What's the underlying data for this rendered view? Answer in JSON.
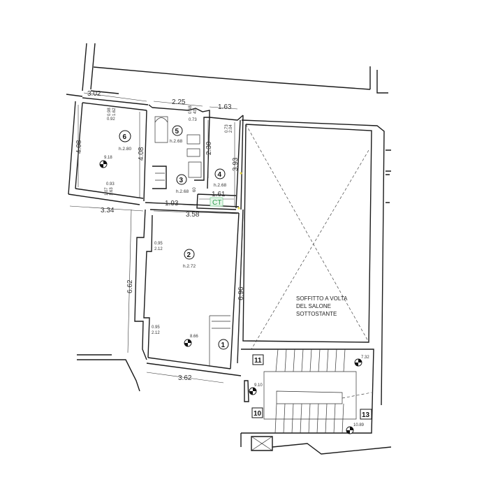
{
  "plan": {
    "rooms": [
      {
        "id": "1",
        "label": "1"
      },
      {
        "id": "2",
        "label": "2",
        "height": "h.2.72"
      },
      {
        "id": "3",
        "label": "3",
        "height": "h.2.68"
      },
      {
        "id": "4",
        "label": "4",
        "height": "h.2.68"
      },
      {
        "id": "5",
        "label": "5",
        "height": "h.2.68"
      },
      {
        "id": "6",
        "label": "6",
        "height": "h.2.80"
      }
    ],
    "boxed_labels": [
      "11",
      "10",
      "13"
    ],
    "ct_label": "CT",
    "ct_color": "#2a9d4a",
    "vault_note": [
      "SOFFITTO A VOLTA",
      "DEL SALONE",
      "SOTTOSTANTE"
    ],
    "dimensions": {
      "top_a": "3.02",
      "top_b": "2.25",
      "top_c": "1.63",
      "room6_left": "4.08",
      "room6_right": "4.08",
      "room5_right": "2.30",
      "room4_right": "3.93",
      "room3_v": "60",
      "room4_bottom": "1.61",
      "room3_bottom": "1.93",
      "room6_bottom": "3.34",
      "room2_top": "3.58",
      "room2_left": "6.62",
      "room2_right": "6.96",
      "room2_bottom": "3.62"
    },
    "openings": {
      "r6_top_a": "0.98",
      "r6_top_b": "1.62",
      "r6_top_c": "0.92",
      "r6_bot_a": "0.93",
      "r6_bot_b": "1.07",
      "r6_bot_c": "1.63",
      "r5_top_a": "0.68",
      "r5_top_b": "43",
      "r5_top_c": "0.73",
      "r4_right_a": "0.73",
      "r4_right_b": "2.04",
      "r2_win1_a": "0.95",
      "r2_win1_b": "2.12",
      "r2_win2_a": "0.95",
      "r2_win2_b": "2.12"
    },
    "elevations": {
      "r6": "9.18",
      "r2": "8.66",
      "stair_left": "9.10",
      "stair_top": "7.32",
      "stair_bottom": "10.89"
    }
  }
}
